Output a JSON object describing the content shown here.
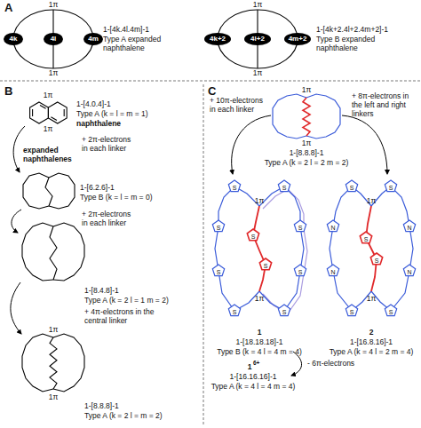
{
  "diagram": {
    "nodes": [
      {
        "text": [
          "1π",
          "1π"
        ]
      },
      {
        "text": [
          "4k"
        ],
        "in": 0
      },
      {
        "text": [
          "4l"
        ],
        "in": 0
      },
      {
        "text": [
          "4m"
        ],
        "in": 0
      },
      {
        "text": [
          "1π",
          "1π"
        ]
      },
      {
        "text": [
          "4k+2"
        ],
        "in": 4
      },
      {
        "text": [
          "4l+2"
        ],
        "in": 4
      },
      {
        "text": [
          "4m+2"
        ],
        "in": 4
      }
    ],
    "labels": [
      "A",
      "1-[4k.4l.4m]-1",
      "Type A expanded naphthalene",
      "1-[4k+2.4l+2.4m+2]-1",
      "Type B expanded naphthalene",
      "B",
      "1π",
      "1π",
      "1-[4.0.4]-1",
      "Type A (k = l = m = 1)",
      "naphthalene",
      "+ 2π-electrons in each linker",
      "expanded naphthalenes",
      "1-[6.2.6]-1",
      "Type B (k = l = m = 0)",
      "+ 2π-electrons in each linker",
      "1-[8.4.8]-1",
      "Type A (k = 2 l = 1 m = 2)",
      "+ 4π-electrons in the central linker",
      "1π",
      "1π",
      "1-[8.8.8]-1",
      "Type A (k = 2 l = m = 2)",
      "C",
      "+ 10π-electrons in each linker",
      "1π",
      "1π",
      "+ 8π-electrons in the left and right linkers",
      "1-[8.8.8]-1",
      "Type A (k = 2 l = 2 m = 2)",
      "S",
      "S",
      "S",
      "S",
      "S",
      "S",
      "S",
      "S",
      "S",
      "S",
      "1π",
      "1π",
      "1",
      "1-[18.18.18]-1",
      "Type B (k = 4 l = 4 m = 4)",
      "1",
      "6+",
      "1-[16.16.16]-1",
      "Type A (k = 4 l = 4 m = 4)",
      "- 6π-electrons",
      "S",
      "S",
      "N",
      "N",
      "S",
      "S",
      "N",
      "N",
      "S",
      "S",
      "1π",
      "1π",
      "2",
      "1-[16.8.16]-1",
      "Type A (k = 4 l = 2 m = 4)"
    ]
  }
}
